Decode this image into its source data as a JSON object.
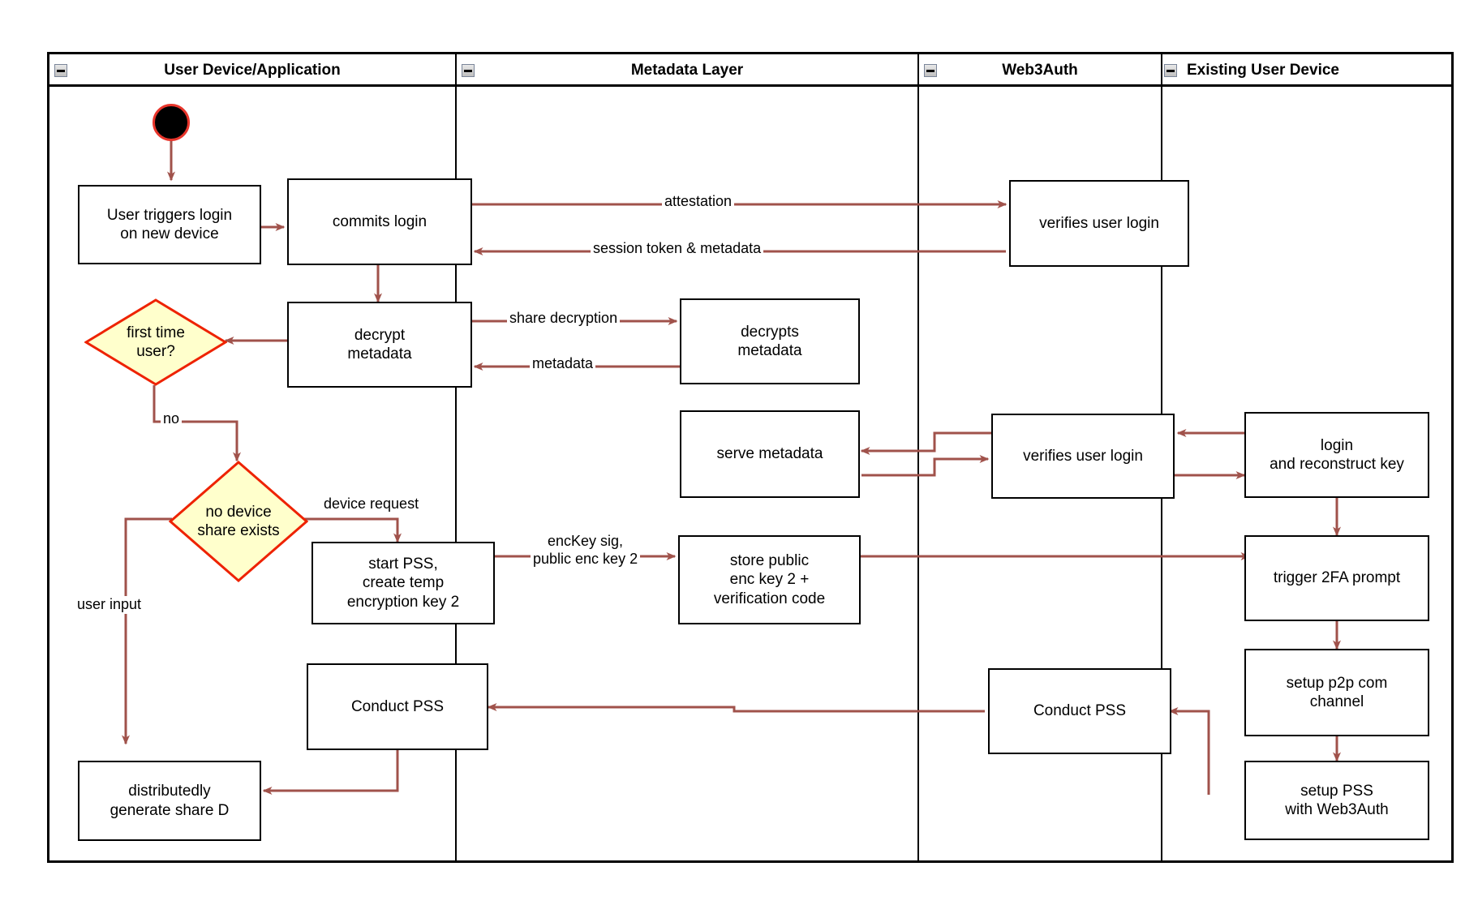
{
  "diagram": {
    "type": "swimlane-activity-diagram",
    "colors": {
      "edge": "#a0524b",
      "decision_fill": "#ffffcc",
      "decision_border": "#ee2200",
      "node_border": "#000000",
      "start_node_fill": "#000000",
      "start_node_ring": "#e8352b",
      "lane_border": "#000000",
      "background": "#ffffff"
    },
    "lanes": [
      {
        "id": "lane-user-device",
        "title": "User Device/Application",
        "collapse_icon": "collapse-minus-icon"
      },
      {
        "id": "lane-metadata-layer",
        "title": "Metadata Layer",
        "collapse_icon": "collapse-minus-icon"
      },
      {
        "id": "lane-web3auth",
        "title": "Web3Auth",
        "collapse_icon": "collapse-minus-icon"
      },
      {
        "id": "lane-existing-device",
        "title": "Existing User Device",
        "collapse_icon": "collapse-minus-icon"
      }
    ],
    "nodes": [
      {
        "id": "start",
        "lane": "lane-user-device",
        "shape": "start",
        "label": ""
      },
      {
        "id": "user-triggers",
        "lane": "lane-user-device",
        "shape": "activity",
        "label": "User triggers login\non new device"
      },
      {
        "id": "commits-login",
        "lane": "lane-user-device",
        "shape": "activity",
        "label": "commits login"
      },
      {
        "id": "decrypt-metadata",
        "lane": "lane-user-device",
        "shape": "activity",
        "label": "decrypt\nmetadata"
      },
      {
        "id": "first-time-user",
        "lane": "lane-user-device",
        "shape": "decision",
        "label": "first time\nuser?"
      },
      {
        "id": "no-device-share",
        "lane": "lane-user-device",
        "shape": "decision",
        "label": "no device\nshare exists"
      },
      {
        "id": "start-pss",
        "lane": "lane-user-device",
        "shape": "activity",
        "label": "start PSS,\ncreate temp\nencryption key 2"
      },
      {
        "id": "conduct-pss-user",
        "lane": "lane-user-device",
        "shape": "activity",
        "label": "Conduct PSS"
      },
      {
        "id": "generate-share-d",
        "lane": "lane-user-device",
        "shape": "activity",
        "label": "distributedly\ngenerate share D"
      },
      {
        "id": "decrypts-metadata",
        "lane": "lane-metadata-layer",
        "shape": "activity",
        "label": "decrypts\nmetadata"
      },
      {
        "id": "serve-metadata",
        "lane": "lane-metadata-layer",
        "shape": "activity",
        "label": "serve metadata"
      },
      {
        "id": "store-public-key",
        "lane": "lane-metadata-layer",
        "shape": "activity",
        "label": "store public\nenc key 2 +\nverification code"
      },
      {
        "id": "verifies-login-1",
        "lane": "lane-web3auth",
        "shape": "activity",
        "label": "verifies user login"
      },
      {
        "id": "verifies-login-2",
        "lane": "lane-web3auth",
        "shape": "activity",
        "label": "verifies user login"
      },
      {
        "id": "conduct-pss-auth",
        "lane": "lane-web3auth",
        "shape": "activity",
        "label": "Conduct PSS"
      },
      {
        "id": "login-reconstruct",
        "lane": "lane-existing-device",
        "shape": "activity",
        "label": "login\nand reconstruct key"
      },
      {
        "id": "trigger-2fa",
        "lane": "lane-existing-device",
        "shape": "activity",
        "label": "trigger 2FA prompt"
      },
      {
        "id": "setup-p2p",
        "lane": "lane-existing-device",
        "shape": "activity",
        "label": "setup p2p com\nchannel"
      },
      {
        "id": "setup-pss",
        "lane": "lane-existing-device",
        "shape": "activity",
        "label": "setup PSS\nwith Web3Auth"
      }
    ],
    "edges": [
      {
        "id": "e-start",
        "from": "start",
        "to": "user-triggers",
        "label": ""
      },
      {
        "id": "e-trigger",
        "from": "user-triggers",
        "to": "commits-login",
        "label": ""
      },
      {
        "id": "e-attest",
        "from": "commits-login",
        "to": "verifies-login-1",
        "label": "attestation"
      },
      {
        "id": "e-session",
        "from": "verifies-login-1",
        "to": "commits-login",
        "label": "session token & metadata"
      },
      {
        "id": "e-commit-dec",
        "from": "commits-login",
        "to": "decrypt-metadata",
        "label": ""
      },
      {
        "id": "e-sharedec",
        "from": "decrypt-metadata",
        "to": "decrypts-metadata",
        "label": "share decryption"
      },
      {
        "id": "e-metadata",
        "from": "decrypts-metadata",
        "to": "decrypt-metadata",
        "label": "metadata"
      },
      {
        "id": "e-dec-first",
        "from": "decrypt-metadata",
        "to": "first-time-user",
        "label": ""
      },
      {
        "id": "e-no",
        "from": "first-time-user",
        "to": "no-device-share",
        "label": "no"
      },
      {
        "id": "e-devreq",
        "from": "no-device-share",
        "to": "start-pss",
        "label": "device request"
      },
      {
        "id": "e-userinput",
        "from": "no-device-share",
        "to": "generate-share-d",
        "label": "user input"
      },
      {
        "id": "e-enckey",
        "from": "start-pss",
        "to": "store-public-key",
        "label": "encKey sig,\npublic enc key 2"
      },
      {
        "id": "e-store-2fa",
        "from": "store-public-key",
        "to": "trigger-2fa",
        "label": ""
      },
      {
        "id": "e-login-serve",
        "from": "login-reconstruct",
        "to": "verifies-login-2",
        "label": ""
      },
      {
        "id": "e-ver-serve",
        "from": "verifies-login-2",
        "to": "serve-metadata",
        "label": ""
      },
      {
        "id": "e-serve-ver",
        "from": "serve-metadata",
        "to": "verifies-login-2",
        "label": ""
      },
      {
        "id": "e-ver-login",
        "from": "verifies-login-2",
        "to": "login-reconstruct",
        "label": ""
      },
      {
        "id": "e-login-2fa",
        "from": "login-reconstruct",
        "to": "trigger-2fa",
        "label": ""
      },
      {
        "id": "e-2fa-p2p",
        "from": "trigger-2fa",
        "to": "setup-p2p",
        "label": ""
      },
      {
        "id": "e-p2p-pss",
        "from": "setup-p2p",
        "to": "setup-pss",
        "label": ""
      },
      {
        "id": "e-pss-conduct",
        "from": "setup-pss",
        "to": "conduct-pss-auth",
        "label": ""
      },
      {
        "id": "e-conduct-x",
        "from": "conduct-pss-auth",
        "to": "conduct-pss-user",
        "label": ""
      },
      {
        "id": "e-conduct-gen",
        "from": "conduct-pss-user",
        "to": "generate-share-d",
        "label": ""
      }
    ],
    "edge_labels": {
      "attestation": "attestation",
      "session_token": "session token & metadata",
      "share_decryption": "share decryption",
      "metadata": "metadata",
      "no": "no",
      "device_request": "device request",
      "user_input": "user input",
      "enc_key": "encKey sig,\npublic enc key 2"
    }
  }
}
